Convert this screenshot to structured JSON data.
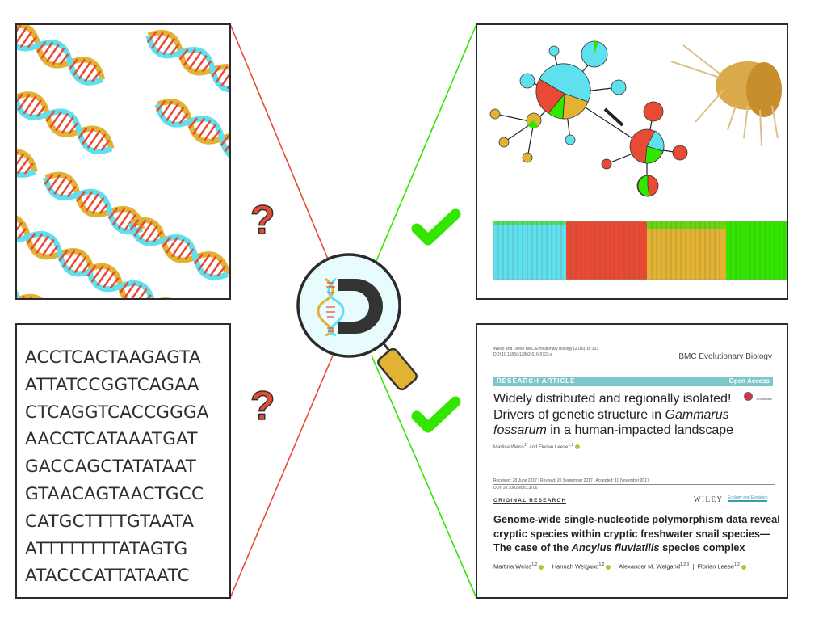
{
  "colors": {
    "red": "#e84a33",
    "green": "#33e600",
    "cyan": "#5fe0ee",
    "gold": "#e2b232",
    "frame": "#2b2b2b",
    "magnifier_fill": "#e8fbfd",
    "teal_band": "#7cc7cb",
    "orcid": "#a6ce39"
  },
  "panels": {
    "dna_images": {
      "label": "DNA double helix images"
    },
    "sequence": {
      "lines": [
        "ACCTCACTAAGAGTA",
        "ATTATCCGGTCAGAA",
        "CTCAGGTCACCGGGA",
        "AACCTCATAAATGAT",
        "GACCAGCTATATAAT",
        "GTAACAGTAACTGCC",
        "CATGCTTTTGTAATA",
        "ATTTTTTTTATAGTG",
        "ATACCCATTATAATC"
      ]
    },
    "network": {
      "label": "Haplotype network, structure plot and amphipod photo"
    },
    "papers": {
      "paper1": {
        "citation": "Weiss and Leese BMC Evolutionary Biology (2016) 16:153",
        "doi": "DOI 10.1186/s12862-016-0723-z",
        "journal": "BMC Evolutionary Biology",
        "band_left": "RESEARCH ARTICLE",
        "band_right": "Open Access",
        "crossmark": "CrossMark",
        "title_line1": "Widely distributed and regionally isolated!",
        "title_line2_pre": "Drivers of genetic structure in ",
        "title_line2_italic": "Gammarus",
        "title_line3_italic": "fossarum",
        "title_line3_post": " in a human-impacted landscape",
        "authors": "Martina Weiss",
        "authors_sup1": "1*",
        "authors_and": " and Florian Leese",
        "authors_sup2": "1,2"
      },
      "paper2": {
        "received": "Received: 28 June 2017",
        "revised": "Revised: 20 September 2017",
        "accepted": "Accepted: 10 November 2017",
        "doi": "DOI: 10.1002/ece3.3706",
        "section": "ORIGINAL RESEARCH",
        "publisher": "WILEY",
        "journal": "Ecology and Evolution",
        "title_line1": "Genome-wide single-nucleotide polymorphism data reveal",
        "title_line2": "cryptic species within cryptic freshwater snail species—",
        "title_line3_pre": "The case of the ",
        "title_line3_italic": "Ancylus fluviatilis",
        "title_line3_post": " species complex",
        "authors": [
          {
            "name": "Martina Weiss",
            "sup": "1,2"
          },
          {
            "name": "Hannah Weigand",
            "sup": "1,2"
          },
          {
            "name": "Alexander M. Weigand",
            "sup": "1,2,3"
          },
          {
            "name": "Florian Leese",
            "sup": "1,2"
          }
        ]
      }
    }
  },
  "markers": {
    "question_top": "?",
    "question_bottom": "?",
    "check_top": "✓",
    "check_bottom": "✓"
  },
  "logo": {
    "letter": "D",
    "label": "DNA magnifier logo"
  }
}
